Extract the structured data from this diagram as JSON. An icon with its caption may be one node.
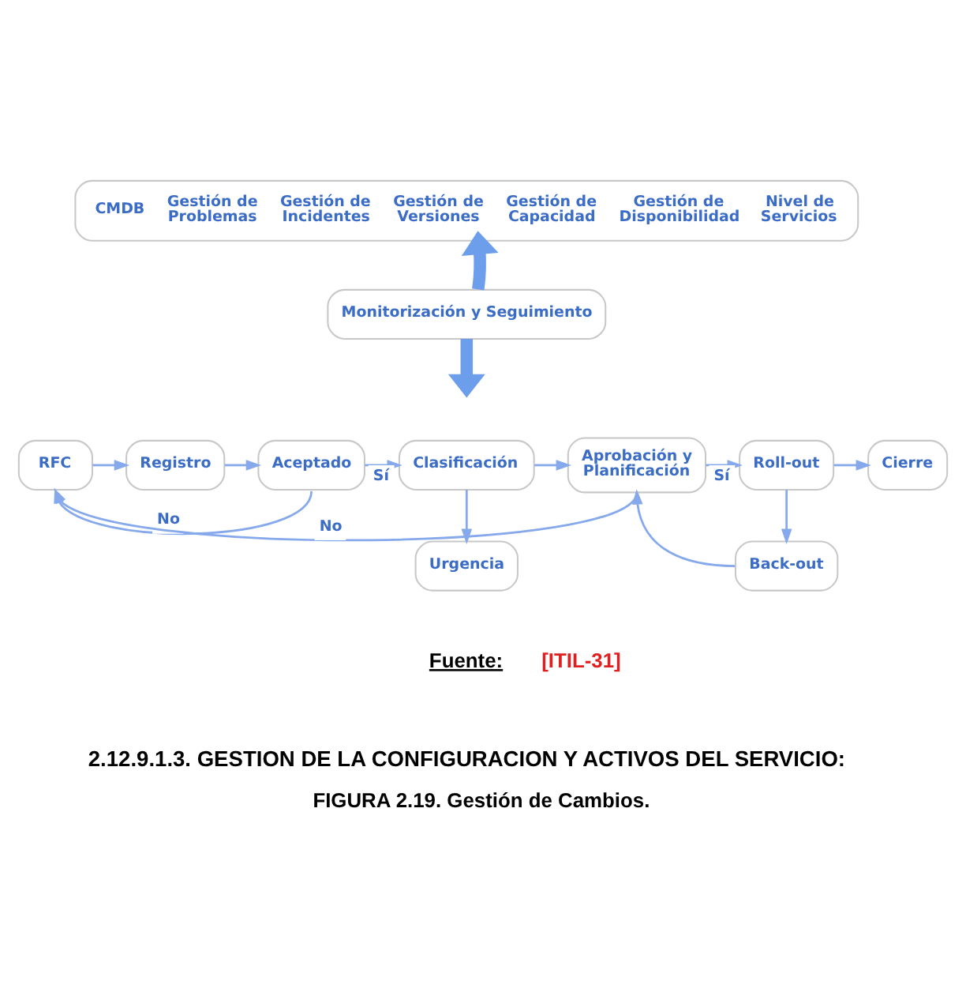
{
  "diagram": {
    "caption": "FIGURA 2.19. Gestión de Cambios.",
    "nodes": [
      {
        "text": [
          "CMDB",
          "Gestión de Problemas",
          "Gestión de Incidentes",
          "Gestión de Versiones",
          "Gestión de Capacidad",
          "Gestión de Disponibilidad",
          "Nivel de Servicios"
        ]
      },
      {
        "text": [
          "Monitorización y Seguimiento"
        ]
      },
      {
        "text": [
          "RFC"
        ]
      },
      {
        "text": [
          "Registro"
        ]
      },
      {
        "text": [
          "Aceptado"
        ]
      },
      {
        "text": [
          "Clasificación"
        ]
      },
      {
        "text": [
          "Aprobación y Planificación"
        ]
      },
      {
        "text": [
          "Roll-out"
        ]
      },
      {
        "text": [
          "Cierre"
        ]
      },
      {
        "text": [
          "Urgencia"
        ]
      },
      {
        "text": [
          "Back-out"
        ]
      }
    ],
    "edges": [
      {
        "from": 1,
        "to": 0,
        "arrow": "to",
        "style": "thick"
      },
      {
        "from": 1,
        "to": null,
        "arrow": "to",
        "style": "thick"
      },
      {
        "from": 2,
        "to": 3,
        "arrow": "to"
      },
      {
        "from": 3,
        "to": 4,
        "arrow": "to"
      },
      {
        "from": 4,
        "to": 5,
        "arrow": "to",
        "label": "Sí"
      },
      {
        "from": 5,
        "to": 6,
        "arrow": "to"
      },
      {
        "from": 6,
        "to": 7,
        "arrow": "to",
        "label": "Sí"
      },
      {
        "from": 7,
        "to": 8,
        "arrow": "to"
      },
      {
        "from": 5,
        "to": 9,
        "arrow": "to"
      },
      {
        "from": 7,
        "to": 10,
        "arrow": "to"
      },
      {
        "from": 4,
        "to": 2,
        "arrow": "to",
        "label": "No"
      },
      {
        "from": 6,
        "to": 2,
        "arrow": "to",
        "label": "No"
      },
      {
        "from": 10,
        "to": 6,
        "arrow": "to"
      }
    ],
    "labels": [
      "Fuente:",
      "[ITIL-31]",
      "2.12.9.1.3. GESTION DE LA CONFIGURACION Y ACTIVOS DEL SERVICIO:"
    ]
  }
}
